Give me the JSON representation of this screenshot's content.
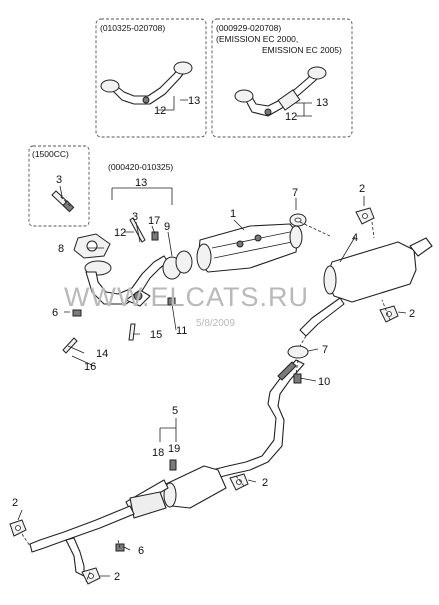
{
  "insets": {
    "top_left_code": "(010325-020708)",
    "top_right_code": "(000929-020708)",
    "top_right_note_1": "(EMISSION EC 2000,",
    "top_right_note_2": "EMISSION EC 2005)",
    "small_code": "(1500CC)",
    "mid_code": "(000420-010325)"
  },
  "callouts": {
    "c1": "1",
    "c2a": "2",
    "c2b": "2",
    "c2c": "2",
    "c2d": "2",
    "c2e": "2",
    "c3a": "3",
    "c3b": "3",
    "c4": "4",
    "c5": "5",
    "c6a": "6",
    "c6b": "6",
    "c7a": "7",
    "c7b": "7",
    "c8": "8",
    "c9": "9",
    "c10": "10",
    "c11": "11",
    "c12a": "12",
    "c12b": "12",
    "c12c": "12",
    "c13a": "13",
    "c13b": "13",
    "c13c": "13",
    "c14": "14",
    "c15": "15",
    "c16": "16",
    "c17": "17",
    "c18": "18",
    "c19": "19"
  },
  "watermark": {
    "site": "WWW.ELCATS.RU",
    "date": "5/8/2009"
  }
}
